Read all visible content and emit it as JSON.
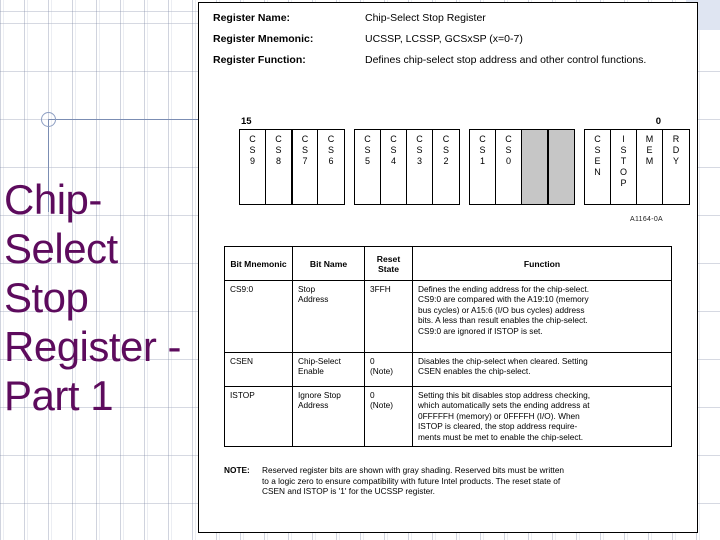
{
  "slide": {
    "title": "Chip-Select Stop Register - Part 1",
    "title_color": "#5d0b5d",
    "accent_color": "#7b8db3",
    "corner_block_color": "#dfe5f2"
  },
  "register": {
    "rows": [
      {
        "label": "Register Name:",
        "value": "Chip-Select Stop Register"
      },
      {
        "label": "Register Mnemonic:",
        "value": "UCSSP, LCSSP, GCSxSP (x=0-7)"
      },
      {
        "label": "Register Function:",
        "value": "Defines chip-select stop address and other control functions."
      }
    ]
  },
  "bit_diagram": {
    "msb_label": "15",
    "lsb_label": "0",
    "figure_id": "A1164-0A",
    "reserved_fill": "#c6c6c6",
    "groups": [
      {
        "cells": [
          {
            "label": "CS9",
            "reserved": false
          },
          {
            "label": "CS8",
            "reserved": false
          },
          {
            "label": "CS7",
            "reserved": false
          },
          {
            "label": "CS6",
            "reserved": false
          }
        ]
      },
      {
        "cells": [
          {
            "label": "CS5",
            "reserved": false
          },
          {
            "label": "CS4",
            "reserved": false
          },
          {
            "label": "CS3",
            "reserved": false
          },
          {
            "label": "CS2",
            "reserved": false
          }
        ]
      },
      {
        "cells": [
          {
            "label": "CS1",
            "reserved": false
          },
          {
            "label": "CS0",
            "reserved": false
          },
          {
            "label": "",
            "reserved": true
          },
          {
            "label": "",
            "reserved": true
          }
        ]
      },
      {
        "cells": [
          {
            "label": "CSEN",
            "reserved": false
          },
          {
            "label": "ISTOP",
            "reserved": false
          },
          {
            "label": "MEM",
            "reserved": false
          },
          {
            "label": "RDY",
            "reserved": false
          }
        ]
      }
    ]
  },
  "bit_table": {
    "headers": [
      "Bit\nMnemonic",
      "Bit Name",
      "Reset\nState",
      "Function"
    ],
    "rows": [
      {
        "mnemonic": "CS9:0",
        "bit_name": "Stop\nAddress",
        "reset_state": "3FFH",
        "function": "Defines the ending address for the chip-select.\nCS9:0 are compared with the A19:10 (memory\nbus cycles) or A15:6 (I/O bus cycles) address\nbits. A less than result enables the chip-select.\nCS9:0 are ignored if ISTOP is set."
      },
      {
        "mnemonic": "CSEN",
        "bit_name": "Chip-Select\nEnable",
        "reset_state": "0\n(Note)",
        "function": "Disables the chip-select when cleared. Setting\nCSEN enables the chip-select."
      },
      {
        "mnemonic": "ISTOP",
        "bit_name": "Ignore Stop\nAddress",
        "reset_state": "0\n(Note)",
        "function": "Setting this bit disables stop address checking,\nwhich automatically sets the ending address at\n0FFFFFH (memory) or 0FFFFH (I/O). When\nISTOP is cleared, the stop address require-\nments must be met to enable the chip-select."
      }
    ]
  },
  "note": {
    "label": "NOTE:",
    "text": "Reserved register bits are shown with gray shading. Reserved bits must be written\nto a logic zero to ensure compatibility with future Intel products. The reset state of\nCSEN and ISTOP is '1' for the UCSSP register."
  }
}
